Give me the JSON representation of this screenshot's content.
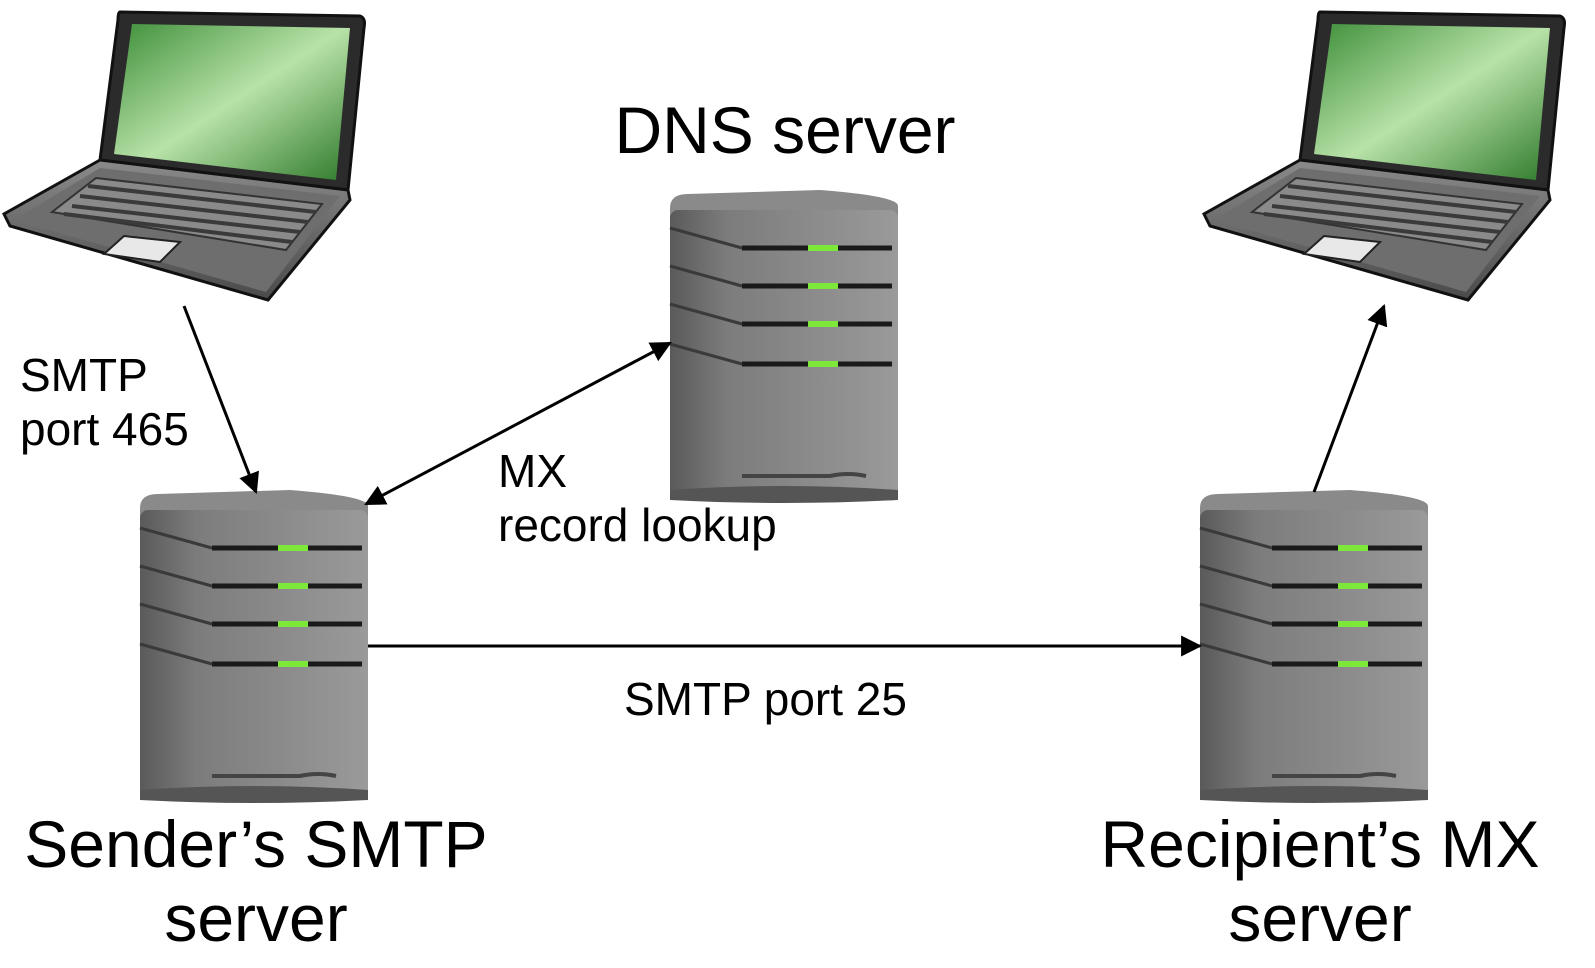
{
  "labels": {
    "dns_server": "DNS server",
    "sender_server": [
      "Sender’s SMTP",
      "server"
    ],
    "recipient_server": [
      "Recipient’s MX",
      "server"
    ],
    "smtp_465": [
      "SMTP",
      "port 465"
    ],
    "mx_lookup": [
      "MX",
      "record lookup"
    ],
    "smtp_25": "SMTP port 25"
  },
  "devices": {
    "sender_laptop": "laptop-icon",
    "recipient_laptop": "laptop-icon",
    "dns_server": "server-tower-icon",
    "sender_server": "server-tower-icon",
    "recipient_server": "server-tower-icon"
  },
  "colors": {
    "screen_green": "#3a8f3a",
    "server_grey": "#6b6b6b",
    "led_green": "#7ee83a",
    "arrow": "#000000"
  }
}
